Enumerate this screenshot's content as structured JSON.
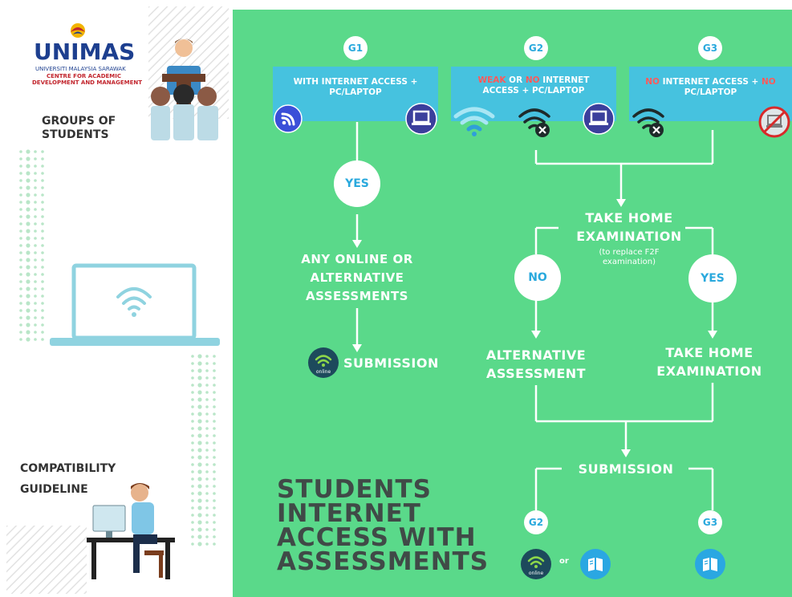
{
  "logo": {
    "name": "UNIMAS",
    "line1": "UNIVERSITI MALAYSIA SARAWAK",
    "line2": "CENTRE FOR ACADEMIC",
    "line3": "DEVELOPMENT AND MANAGEMENT"
  },
  "sidebar": {
    "groups_label_1": "GROUPS OF",
    "groups_label_2": "STUDENTS",
    "compat_label_1": "COMPATIBILITY",
    "compat_label_2": "GUIDELINE"
  },
  "groups": {
    "g1": {
      "badge": "G1",
      "box_hl": "WITH",
      "box_rest": " INTERNET ACCESS +",
      "box_line2": "PC/LAPTOP"
    },
    "g2": {
      "badge": "G2",
      "hl1": "WEAK",
      "or": " OR ",
      "hl2": "NO",
      "rest": " INTERNET",
      "line2": "ACCESS + PC/LAPTOP"
    },
    "g3": {
      "badge": "G3",
      "hl1": "NO",
      "mid": " INTERNET ACCESS + ",
      "hl2": "NO",
      "line2": "PC/LAPTOP"
    }
  },
  "flow": {
    "yes1": "YES",
    "any_online_1": "ANY ONLINE OR",
    "any_online_2": "ALTERNATIVE",
    "any_online_3": "ASSESSMENTS",
    "submission_left": "SUBMISSION",
    "online_label": "online",
    "take_home_1": "TAKE HOME",
    "take_home_2": "EXAMINATION",
    "replace_1": "(to replace F2F",
    "replace_2": "examination)",
    "no": "NO",
    "yes2": "YES",
    "alt_1": "ALTERNATIVE",
    "alt_2": "ASSESSMENT",
    "th_exam_1": "TAKE HOME",
    "th_exam_2": "EXAMINATION",
    "submission_bottom": "SUBMISSION",
    "g2_bottom": "G2",
    "g3_bottom": "G3",
    "or": "or",
    "online_label2": "online"
  },
  "title": {
    "line1": "STUDENTS",
    "line2": "INTERNET",
    "line3": "ACCESS WITH",
    "line4": "ASSESSMENTS"
  },
  "colors": {
    "green": "#5ad98a",
    "blue_box": "#46c2df",
    "badge_text": "#2aa9dd",
    "highlight": "#ff5a5a",
    "title": "#404a47",
    "navy": "#1d3f8f"
  }
}
